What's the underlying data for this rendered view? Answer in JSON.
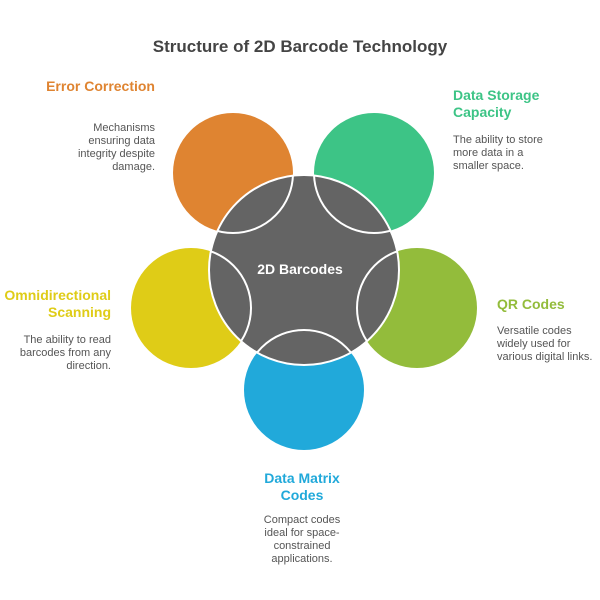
{
  "title": "Structure of 2D Barcode Technology",
  "center": {
    "label": "2D Barcodes",
    "color": "#646464"
  },
  "nodes": [
    {
      "id": "error-correction",
      "title": "Error Correction",
      "description": "Mechanisms ensuring data integrity despite damage.",
      "color": "#DF8431"
    },
    {
      "id": "data-storage",
      "title": "Data Storage Capacity",
      "description": "The ability to store more data in a smaller space.",
      "color": "#3DC486"
    },
    {
      "id": "qr-codes",
      "title": "QR Codes",
      "description": "Versatile codes widely used for various digital links.",
      "color": "#93BC3B"
    },
    {
      "id": "data-matrix",
      "title": "Data Matrix Codes",
      "description": "Compact codes ideal for space-constrained applications.",
      "color": "#21A9DA"
    },
    {
      "id": "omnidirectional",
      "title": "Omnidirectional Scanning",
      "description": "The ability to read barcodes from any direction.",
      "color": "#DFCC17"
    }
  ]
}
